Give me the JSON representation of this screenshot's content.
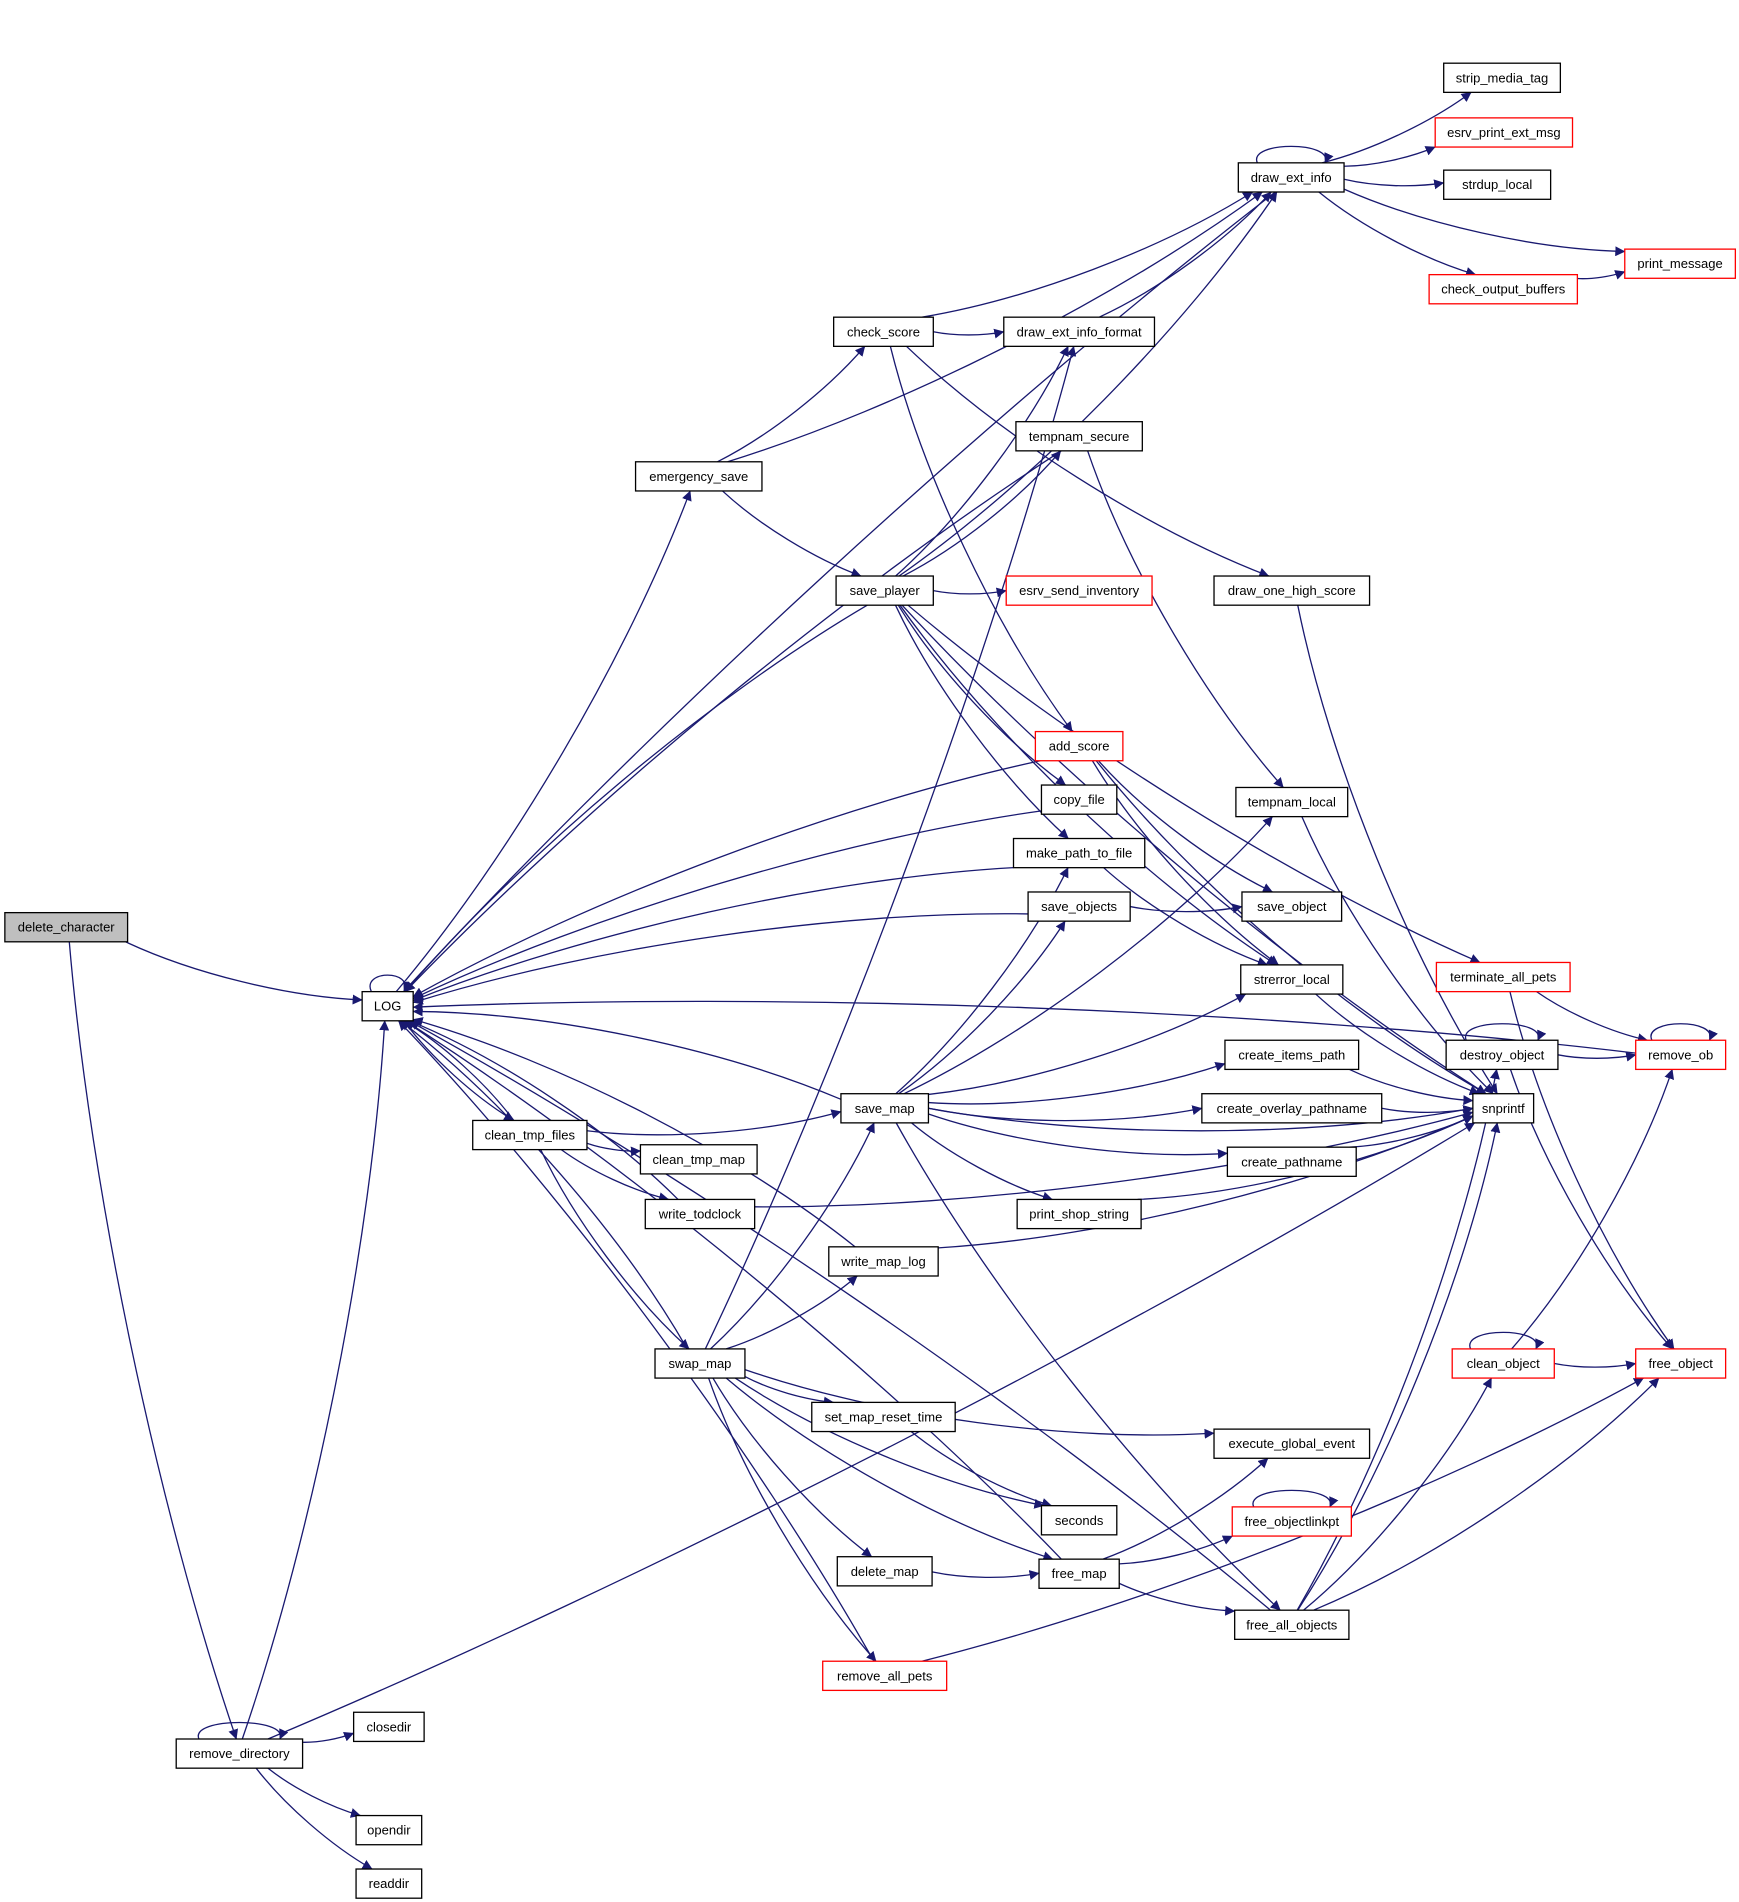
{
  "colors": {
    "edge": "#191970",
    "node_border_normal": "#000000",
    "node_border_truncated": "#ff0000",
    "node_fill_root": "#bfbfbf",
    "node_fill": "#ffffff"
  },
  "graph": {
    "nodes": [
      {
        "id": "delete_character",
        "label": "delete_character",
        "style": "root"
      },
      {
        "id": "LOG",
        "label": "LOG",
        "style": "normal"
      },
      {
        "id": "emergency_save",
        "label": "emergency_save",
        "style": "normal"
      },
      {
        "id": "check_score",
        "label": "check_score",
        "style": "normal"
      },
      {
        "id": "draw_ext_info",
        "label": "draw_ext_info",
        "style": "normal"
      },
      {
        "id": "strip_media_tag",
        "label": "strip_media_tag",
        "style": "normal"
      },
      {
        "id": "esrv_print_ext_msg",
        "label": "esrv_print_ext_msg",
        "style": "truncated"
      },
      {
        "id": "strdup_local",
        "label": "strdup_local",
        "style": "normal"
      },
      {
        "id": "print_message",
        "label": "print_message",
        "style": "truncated"
      },
      {
        "id": "check_output_buffers",
        "label": "check_output_buffers",
        "style": "truncated"
      },
      {
        "id": "draw_ext_info_format",
        "label": "draw_ext_info_format",
        "style": "normal"
      },
      {
        "id": "tempnam_secure",
        "label": "tempnam_secure",
        "style": "normal"
      },
      {
        "id": "save_player",
        "label": "save_player",
        "style": "normal"
      },
      {
        "id": "esrv_send_inventory",
        "label": "esrv_send_inventory",
        "style": "truncated"
      },
      {
        "id": "draw_one_high_score",
        "label": "draw_one_high_score",
        "style": "normal"
      },
      {
        "id": "add_score",
        "label": "add_score",
        "style": "truncated"
      },
      {
        "id": "copy_file",
        "label": "copy_file",
        "style": "normal"
      },
      {
        "id": "tempnam_local",
        "label": "tempnam_local",
        "style": "normal"
      },
      {
        "id": "make_path_to_file",
        "label": "make_path_to_file",
        "style": "normal"
      },
      {
        "id": "save_objects",
        "label": "save_objects",
        "style": "normal"
      },
      {
        "id": "save_object",
        "label": "save_object",
        "style": "normal"
      },
      {
        "id": "strerror_local",
        "label": "strerror_local",
        "style": "normal"
      },
      {
        "id": "terminate_all_pets",
        "label": "terminate_all_pets",
        "style": "truncated"
      },
      {
        "id": "destroy_object",
        "label": "destroy_object",
        "style": "normal"
      },
      {
        "id": "remove_ob",
        "label": "remove_ob",
        "style": "truncated"
      },
      {
        "id": "create_items_path",
        "label": "create_items_path",
        "style": "normal"
      },
      {
        "id": "save_map",
        "label": "save_map",
        "style": "normal"
      },
      {
        "id": "create_overlay_pathname",
        "label": "create_overlay_pathname",
        "style": "normal"
      },
      {
        "id": "snprintf",
        "label": "snprintf",
        "style": "normal"
      },
      {
        "id": "clean_tmp_files",
        "label": "clean_tmp_files",
        "style": "normal"
      },
      {
        "id": "clean_tmp_map",
        "label": "clean_tmp_map",
        "style": "normal"
      },
      {
        "id": "create_pathname",
        "label": "create_pathname",
        "style": "normal"
      },
      {
        "id": "write_todclock",
        "label": "write_todclock",
        "style": "normal"
      },
      {
        "id": "print_shop_string",
        "label": "print_shop_string",
        "style": "normal"
      },
      {
        "id": "write_map_log",
        "label": "write_map_log",
        "style": "normal"
      },
      {
        "id": "swap_map",
        "label": "swap_map",
        "style": "normal"
      },
      {
        "id": "clean_object",
        "label": "clean_object",
        "style": "truncated"
      },
      {
        "id": "free_object",
        "label": "free_object",
        "style": "truncated"
      },
      {
        "id": "set_map_reset_time",
        "label": "set_map_reset_time",
        "style": "normal"
      },
      {
        "id": "execute_global_event",
        "label": "execute_global_event",
        "style": "normal"
      },
      {
        "id": "free_objectlinkpt",
        "label": "free_objectlinkpt",
        "style": "truncated"
      },
      {
        "id": "seconds",
        "label": "seconds",
        "style": "normal"
      },
      {
        "id": "delete_map",
        "label": "delete_map",
        "style": "normal"
      },
      {
        "id": "free_map",
        "label": "free_map",
        "style": "normal"
      },
      {
        "id": "free_all_objects",
        "label": "free_all_objects",
        "style": "normal"
      },
      {
        "id": "remove_all_pets",
        "label": "remove_all_pets",
        "style": "truncated"
      },
      {
        "id": "closedir",
        "label": "closedir",
        "style": "normal"
      },
      {
        "id": "remove_directory",
        "label": "remove_directory",
        "style": "normal"
      },
      {
        "id": "opendir",
        "label": "opendir",
        "style": "normal"
      },
      {
        "id": "readdir",
        "label": "readdir",
        "style": "normal"
      }
    ],
    "edges": [
      [
        "delete_character",
        "LOG"
      ],
      [
        "delete_character",
        "remove_directory"
      ],
      [
        "LOG",
        "LOG"
      ],
      [
        "LOG",
        "emergency_save"
      ],
      [
        "LOG",
        "clean_tmp_files"
      ],
      [
        "emergency_save",
        "check_score"
      ],
      [
        "emergency_save",
        "draw_ext_info"
      ],
      [
        "emergency_save",
        "save_player"
      ],
      [
        "check_score",
        "draw_ext_info"
      ],
      [
        "check_score",
        "draw_ext_info_format"
      ],
      [
        "check_score",
        "draw_one_high_score"
      ],
      [
        "check_score",
        "add_score"
      ],
      [
        "draw_ext_info",
        "draw_ext_info"
      ],
      [
        "draw_ext_info",
        "strip_media_tag"
      ],
      [
        "draw_ext_info",
        "esrv_print_ext_msg"
      ],
      [
        "draw_ext_info",
        "strdup_local"
      ],
      [
        "draw_ext_info",
        "print_message"
      ],
      [
        "draw_ext_info",
        "check_output_buffers"
      ],
      [
        "draw_ext_info",
        "LOG"
      ],
      [
        "check_output_buffers",
        "print_message"
      ],
      [
        "draw_ext_info_format",
        "draw_ext_info"
      ],
      [
        "tempnam_secure",
        "tempnam_local"
      ],
      [
        "tempnam_secure",
        "LOG"
      ],
      [
        "save_player",
        "LOG"
      ],
      [
        "save_player",
        "draw_ext_info"
      ],
      [
        "save_player",
        "draw_ext_info_format"
      ],
      [
        "save_player",
        "tempnam_secure"
      ],
      [
        "save_player",
        "esrv_send_inventory"
      ],
      [
        "save_player",
        "copy_file"
      ],
      [
        "save_player",
        "make_path_to_file"
      ],
      [
        "save_player",
        "snprintf"
      ],
      [
        "save_player",
        "strerror_local"
      ],
      [
        "save_player",
        "terminate_all_pets"
      ],
      [
        "draw_one_high_score",
        "snprintf"
      ],
      [
        "add_score",
        "LOG"
      ],
      [
        "add_score",
        "save_object"
      ],
      [
        "add_score",
        "strerror_local"
      ],
      [
        "add_score",
        "snprintf"
      ],
      [
        "copy_file",
        "LOG"
      ],
      [
        "tempnam_local",
        "snprintf"
      ],
      [
        "make_path_to_file",
        "LOG"
      ],
      [
        "make_path_to_file",
        "strerror_local"
      ],
      [
        "save_objects",
        "LOG"
      ],
      [
        "save_objects",
        "save_object"
      ],
      [
        "strerror_local",
        "snprintf"
      ],
      [
        "terminate_all_pets",
        "remove_ob"
      ],
      [
        "terminate_all_pets",
        "free_object"
      ],
      [
        "destroy_object",
        "destroy_object"
      ],
      [
        "destroy_object",
        "remove_ob"
      ],
      [
        "destroy_object",
        "free_object"
      ],
      [
        "remove_ob",
        "remove_ob"
      ],
      [
        "remove_ob",
        "LOG"
      ],
      [
        "create_items_path",
        "snprintf"
      ],
      [
        "save_map",
        "LOG"
      ],
      [
        "save_map",
        "make_path_to_file"
      ],
      [
        "save_map",
        "save_objects"
      ],
      [
        "save_map",
        "tempnam_local"
      ],
      [
        "save_map",
        "strerror_local"
      ],
      [
        "save_map",
        "create_items_path"
      ],
      [
        "save_map",
        "create_overlay_pathname"
      ],
      [
        "save_map",
        "create_pathname"
      ],
      [
        "save_map",
        "print_shop_string"
      ],
      [
        "save_map",
        "snprintf"
      ],
      [
        "save_map",
        "free_all_objects"
      ],
      [
        "create_overlay_pathname",
        "snprintf"
      ],
      [
        "create_pathname",
        "snprintf"
      ],
      [
        "print_shop_string",
        "snprintf"
      ],
      [
        "clean_tmp_files",
        "save_map"
      ],
      [
        "clean_tmp_files",
        "clean_tmp_map"
      ],
      [
        "clean_tmp_files",
        "write_todclock"
      ],
      [
        "clean_tmp_files",
        "swap_map"
      ],
      [
        "clean_tmp_files",
        "LOG"
      ],
      [
        "write_todclock",
        "LOG"
      ],
      [
        "write_todclock",
        "snprintf"
      ],
      [
        "write_map_log",
        "LOG"
      ],
      [
        "write_map_log",
        "snprintf"
      ],
      [
        "swap_map",
        "LOG"
      ],
      [
        "swap_map",
        "draw_ext_info_format"
      ],
      [
        "swap_map",
        "save_map"
      ],
      [
        "swap_map",
        "write_map_log"
      ],
      [
        "swap_map",
        "set_map_reset_time"
      ],
      [
        "swap_map",
        "execute_global_event"
      ],
      [
        "swap_map",
        "seconds"
      ],
      [
        "swap_map",
        "delete_map"
      ],
      [
        "swap_map",
        "free_map"
      ],
      [
        "swap_map",
        "remove_all_pets"
      ],
      [
        "clean_object",
        "clean_object"
      ],
      [
        "clean_object",
        "remove_ob"
      ],
      [
        "clean_object",
        "free_object"
      ],
      [
        "set_map_reset_time",
        "seconds"
      ],
      [
        "free_objectlinkpt",
        "free_objectlinkpt"
      ],
      [
        "delete_map",
        "free_map"
      ],
      [
        "free_map",
        "LOG"
      ],
      [
        "free_map",
        "execute_global_event"
      ],
      [
        "free_map",
        "free_objectlinkpt"
      ],
      [
        "free_map",
        "free_all_objects"
      ],
      [
        "free_all_objects",
        "LOG"
      ],
      [
        "free_all_objects",
        "destroy_object"
      ],
      [
        "free_all_objects",
        "clean_object"
      ],
      [
        "free_all_objects",
        "free_object"
      ],
      [
        "free_all_objects",
        "snprintf"
      ],
      [
        "remove_all_pets",
        "LOG"
      ],
      [
        "remove_all_pets",
        "free_object"
      ],
      [
        "remove_directory",
        "remove_directory"
      ],
      [
        "remove_directory",
        "LOG"
      ],
      [
        "remove_directory",
        "closedir"
      ],
      [
        "remove_directory",
        "opendir"
      ],
      [
        "remove_directory",
        "readdir"
      ],
      [
        "remove_directory",
        "snprintf"
      ]
    ]
  }
}
